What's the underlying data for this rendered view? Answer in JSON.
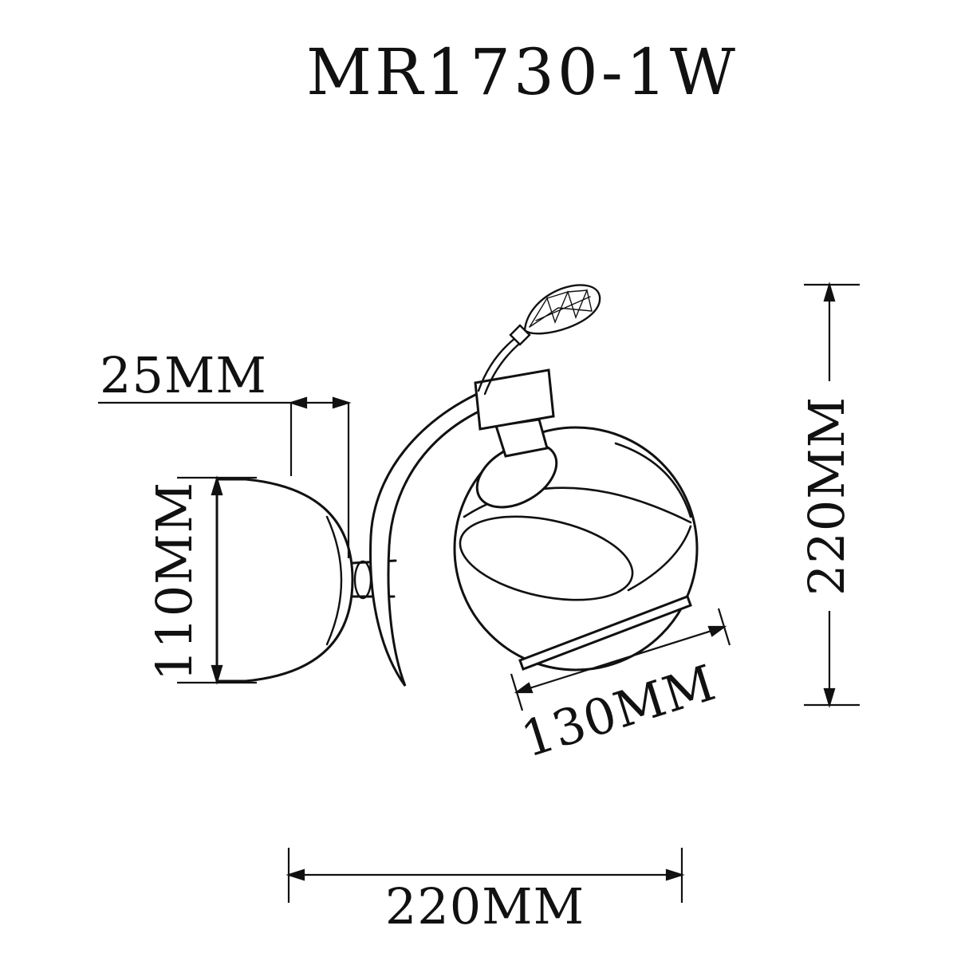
{
  "title": "MR1730-1W",
  "dimensions": {
    "backplate_offset": "25MM",
    "backplate_height": "110MM",
    "overall_height": "220MM",
    "shade_diameter": "130MM",
    "overall_width": "220MM"
  },
  "style": {
    "line_color": "#111111",
    "background": "#ffffff"
  }
}
